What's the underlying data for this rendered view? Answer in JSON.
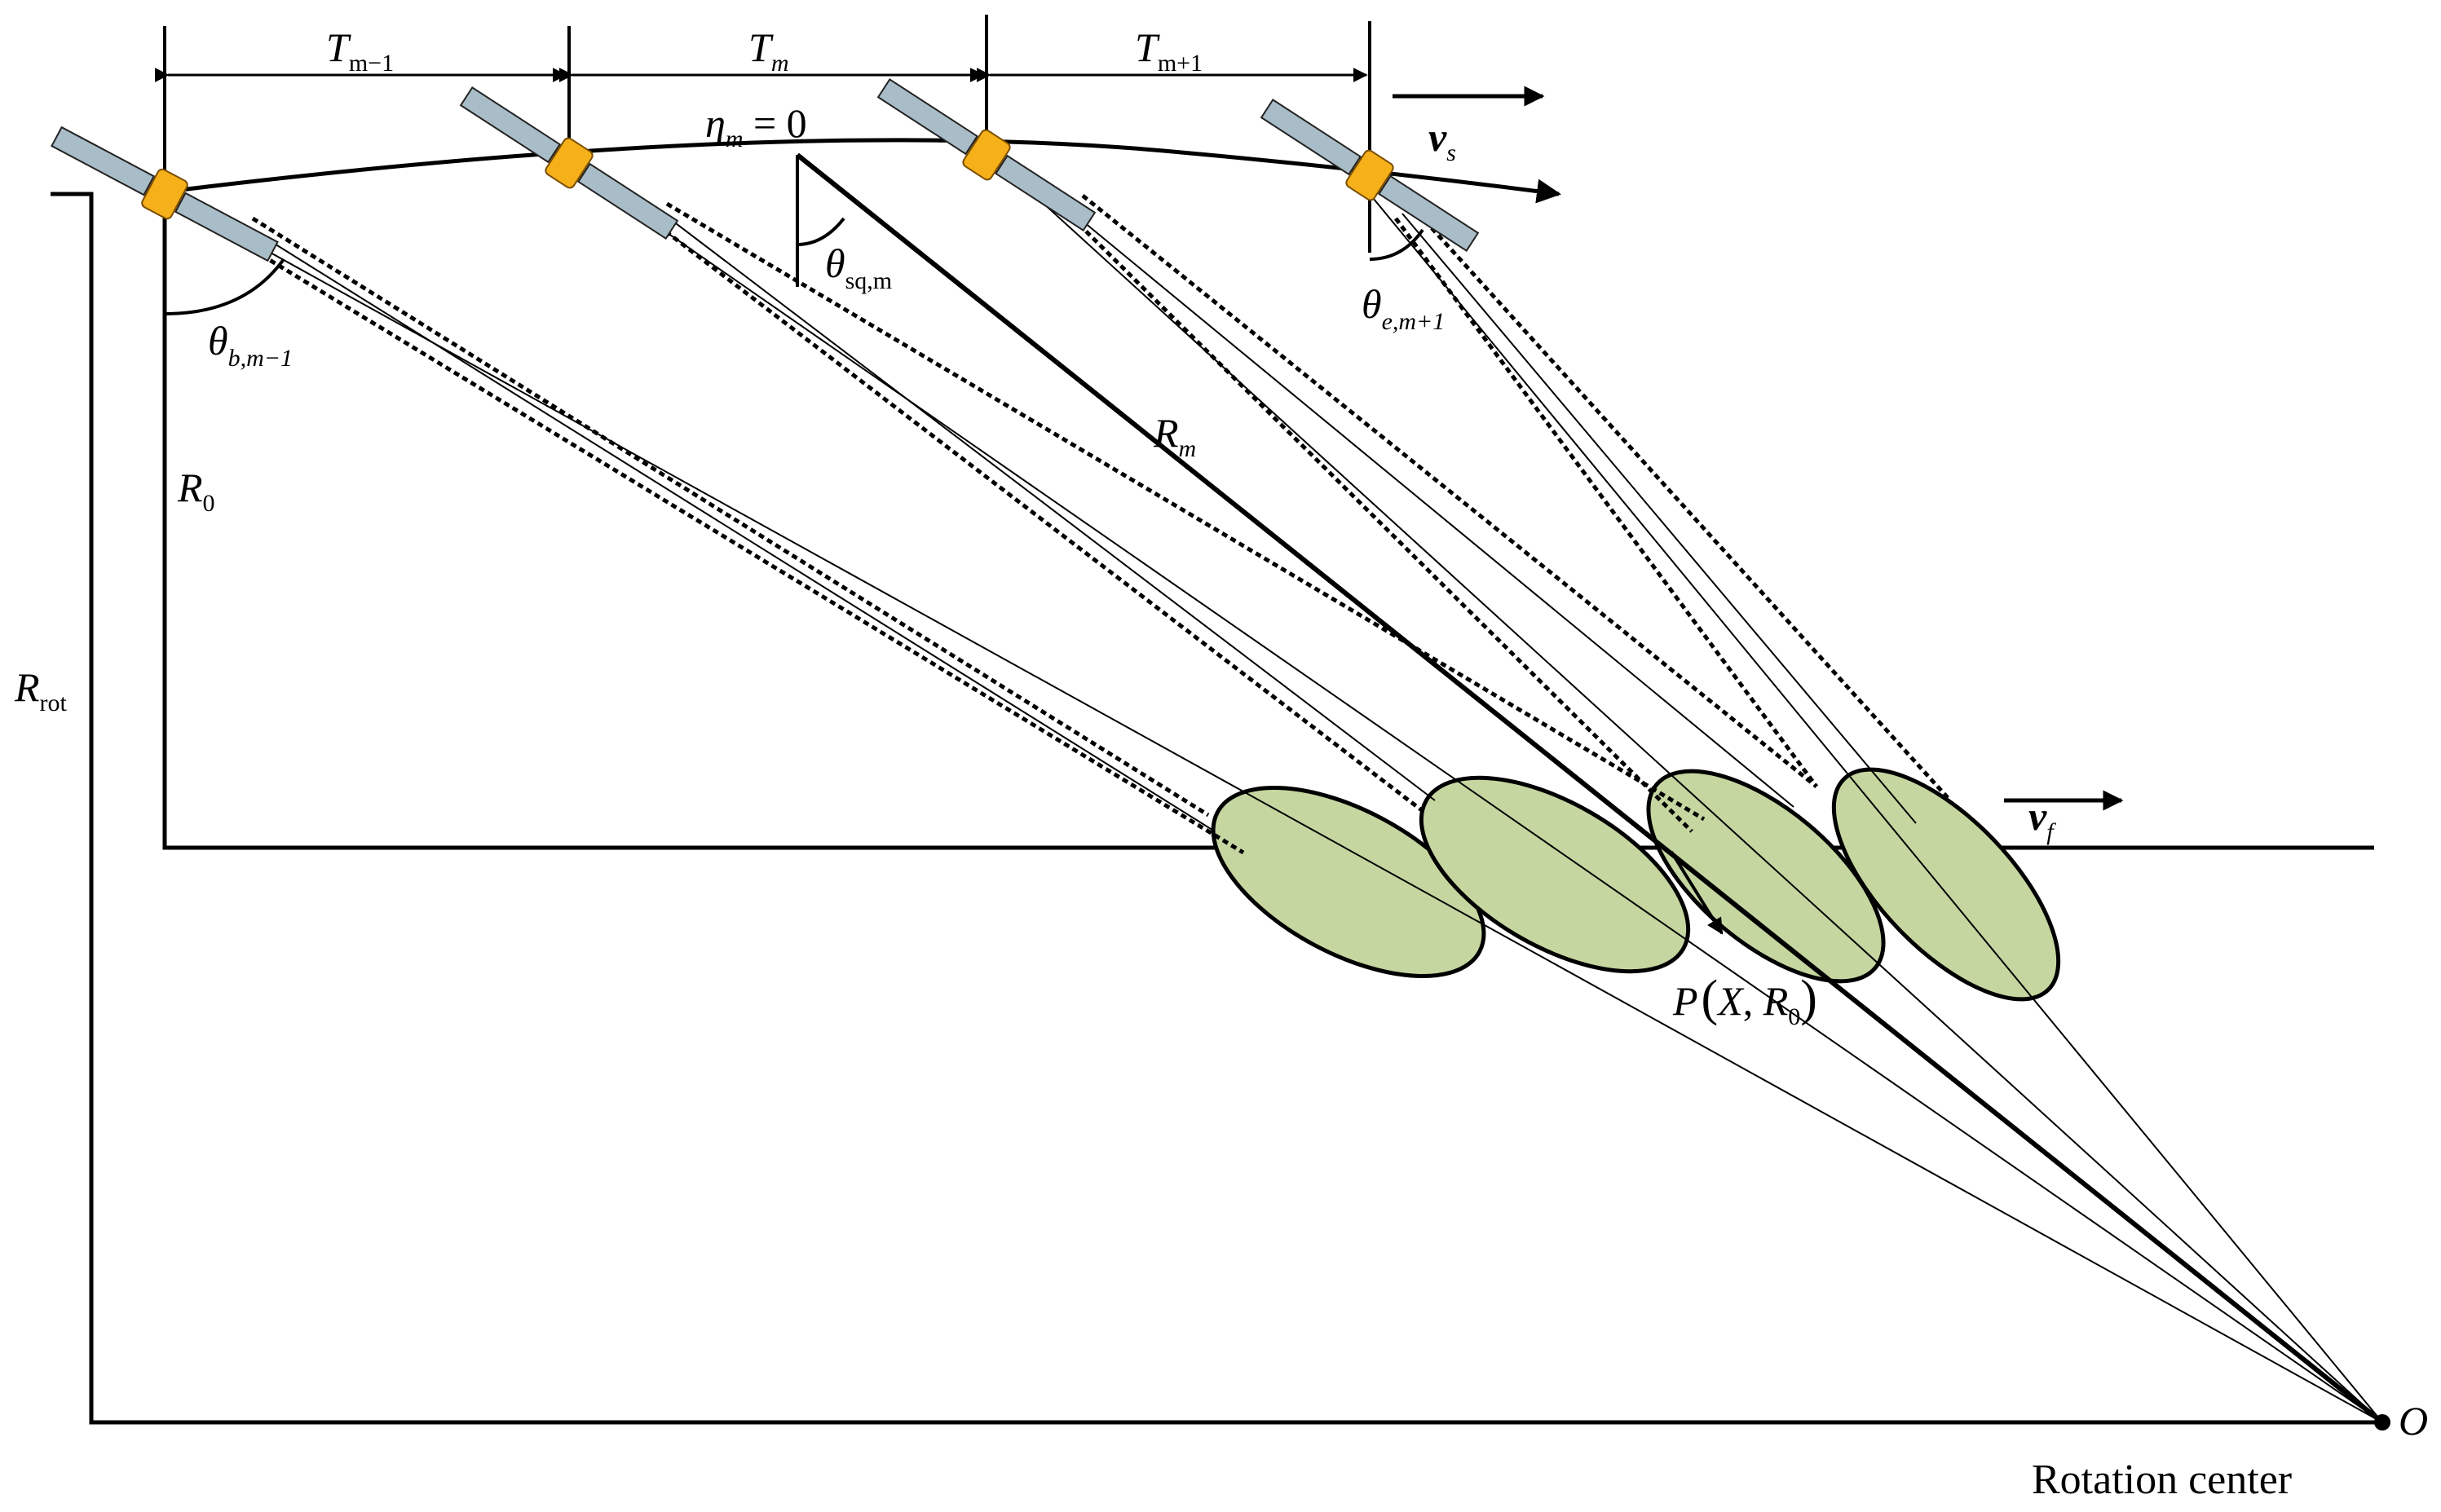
{
  "colors": {
    "line": "#000000",
    "footprint_fill": "#c5d6a0",
    "satellite_body": "#f5b01a",
    "solar_panel": "#a9bdc8"
  },
  "intervals": {
    "t_prev": {
      "main": "T",
      "sub": "m−1"
    },
    "t_curr": {
      "main": "T",
      "sub": "m"
    },
    "t_next": {
      "main": "T",
      "sub": "m+1"
    }
  },
  "eta": {
    "main": "η",
    "sub": "m",
    "rhs": " = 0"
  },
  "velocities": {
    "vs": {
      "main": "v",
      "sub": "s"
    },
    "vf": {
      "main": "v",
      "sub": "f"
    }
  },
  "angles": {
    "begin": {
      "main": "θ",
      "sub": "b,m−1"
    },
    "squint": {
      "main": "θ",
      "sub": "sq,m"
    },
    "end": {
      "main": "θ",
      "sub": "e,m+1"
    }
  },
  "ranges": {
    "r0": {
      "main": "R",
      "sub": "0"
    },
    "rm": {
      "main": "R",
      "sub": "m"
    },
    "rrot": {
      "main": "R",
      "sub": "rot"
    }
  },
  "point": {
    "prefix": "P",
    "open": "(",
    "x": "X",
    "comma": ", ",
    "r": "R",
    "r_sub": "0",
    "close": ")"
  },
  "origin": {
    "label": "O",
    "caption": "Rotation center"
  }
}
